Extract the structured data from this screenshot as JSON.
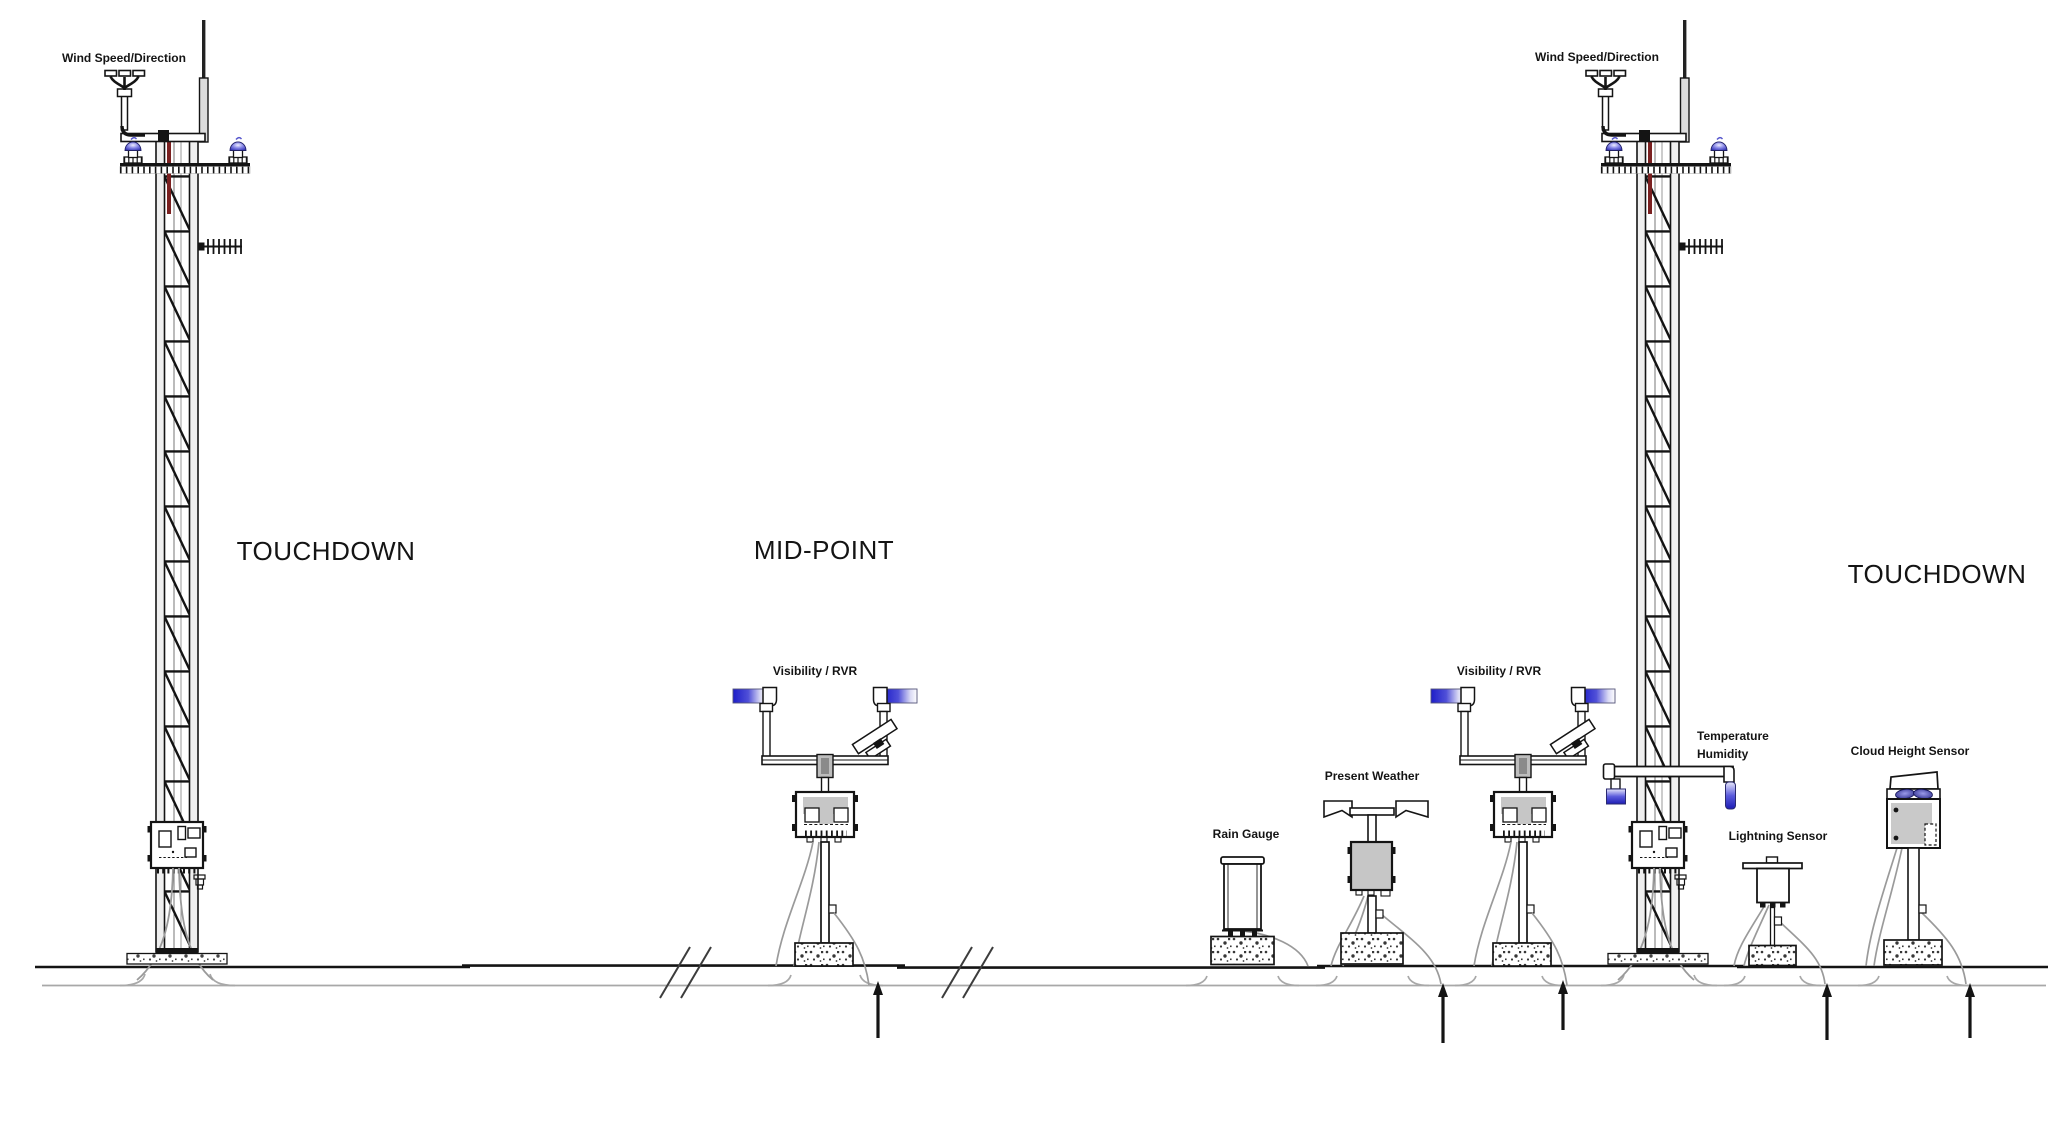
{
  "diagram": {
    "zone_labels": {
      "touchdown_left": "TOUCHDOWN",
      "mid_point": "MID-POINT",
      "touchdown_right": "TOUCHDOWN"
    },
    "sensor_labels": {
      "wind_speed_direction_left": "Wind Speed/Direction",
      "wind_speed_direction_right": "Wind Speed/Direction",
      "visibility_rvr_mid": "Visibility / RVR",
      "visibility_rvr_right": "Visibility / RVR",
      "rain_gauge": "Rain Gauge",
      "present_weather": "Present Weather",
      "temperature": "Temperature",
      "humidity": "Humidity",
      "lightning_sensor": "Lightning Sensor",
      "cloud_height_sensor": "Cloud Height Sensor"
    },
    "colors": {
      "line": "#141414",
      "sensor_head_blue": "#1d1dc8",
      "obstruction_light_blue": "#2a2ab8",
      "equipment_gray": "#c6c6c6",
      "cable_gray": "#9a9a9a",
      "tower_stripe_red": "#7a2020"
    }
  }
}
